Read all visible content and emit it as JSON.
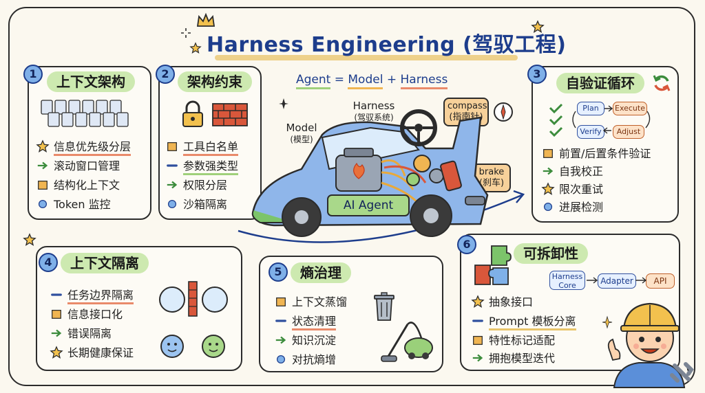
{
  "title": "Harness Engineering (驾驭工程)",
  "formula": {
    "agent": "Agent",
    "eq": "=",
    "model": "Model",
    "plus": "+",
    "harness": "Harness"
  },
  "center": {
    "harness_label": "Harness",
    "harness_sub": "(驾驭系统)",
    "model_label": "Model",
    "model_sub": "(模型)",
    "compass_label": "compass",
    "compass_sub": "(指南针)",
    "brake_label": "brake",
    "brake_sub": "(刹车)",
    "car_label": "AI Agent"
  },
  "sections": [
    {
      "num": "1",
      "heading": "上下文架构",
      "items": [
        "信息优先级分层",
        "滚动窗口管理",
        "结构化上下文",
        "Token 监控"
      ]
    },
    {
      "num": "2",
      "heading": "架构约束",
      "items": [
        "工具白名单",
        "参数强类型",
        "权限分层",
        "沙箱隔离"
      ]
    },
    {
      "num": "3",
      "heading": "自验证循环",
      "items": [
        "前置/后置条件验证",
        "自我校正",
        "限次重试",
        "进展检测"
      ],
      "loop": {
        "plan": "Plan",
        "execute": "Execute",
        "verify": "Verify",
        "adjust": "Adjust"
      }
    },
    {
      "num": "4",
      "heading": "上下文隔离",
      "items": [
        "任务边界隔离",
        "信息接口化",
        "错误隔离",
        "长期健康保证"
      ]
    },
    {
      "num": "5",
      "heading": "熵治理",
      "items": [
        "上下文蒸馏",
        "状态清理",
        "知识沉淀",
        "对抗熵增"
      ]
    },
    {
      "num": "6",
      "heading": "可拆卸性",
      "items": [
        "抽象接口",
        "Prompt 模板分离",
        "特性标记适配",
        "拥抱模型迭代"
      ],
      "flow": {
        "core": "Harness Core",
        "adapter": "Adapter",
        "api": "API"
      }
    }
  ],
  "colors": {
    "accent_blue": "#1d3d8c",
    "heading_green": "#cde9b0",
    "highlight_red": "#e98a6a",
    "number_blue": "#7fb0e8"
  },
  "icons": [
    "star-icon",
    "arrow-icon",
    "cube-icon",
    "dot-icon",
    "dash-icon",
    "lock-icon",
    "brick-wall-icon",
    "refresh-icon",
    "check-icon",
    "trash-can-icon",
    "vacuum-icon",
    "puzzle-icon",
    "compass-icon",
    "steering-wheel-icon",
    "engine-icon",
    "worker-icon"
  ]
}
